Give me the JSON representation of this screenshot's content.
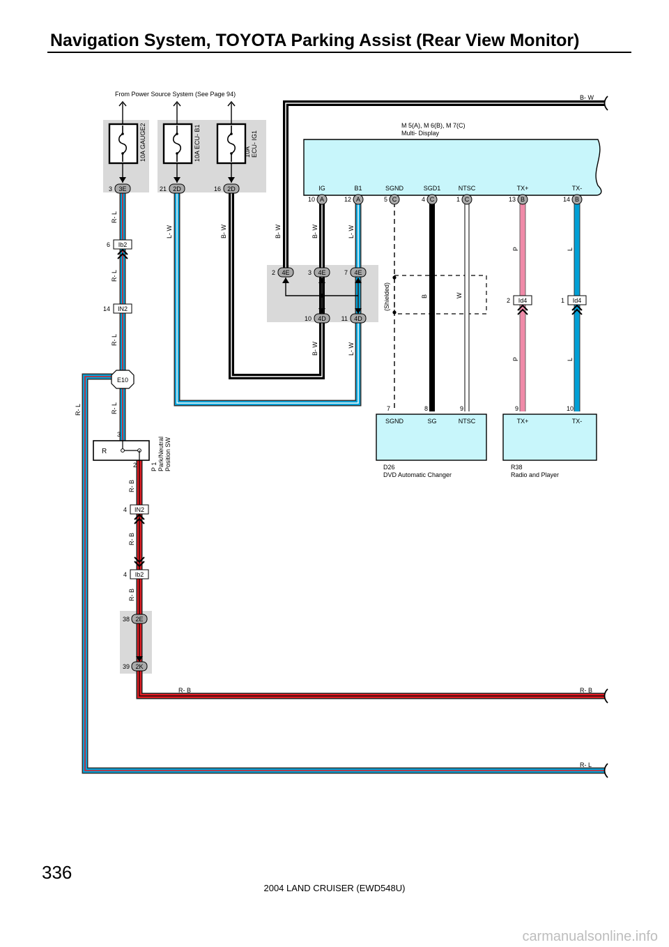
{
  "page": {
    "title": "Navigation System, TOYOTA Parking Assist (Rear View Monitor)",
    "page_number": "336",
    "footer": "2004 LAND CRUISER (EWD548U)",
    "watermark": "carmanualsonline.info"
  },
  "source": {
    "label": "From Power Source System (See Page 94)"
  },
  "fuses": [
    {
      "label": "10A GAUGE2"
    },
    {
      "label": "10A ECU- B1"
    },
    {
      "label_line1": "10A",
      "label_line2": "ECU- IG1"
    }
  ],
  "fuse_connectors": [
    {
      "pin": "3",
      "code": "3E"
    },
    {
      "pin": "21",
      "code": "2D"
    },
    {
      "pin": "16",
      "code": "2D"
    }
  ],
  "multi_display": {
    "label_line1": "M 5(A), M 6(B), M 7(C)",
    "label_line2": "Multi- Display",
    "terminals": [
      {
        "name": "IG",
        "pin": "10",
        "conn": "A"
      },
      {
        "name": "B1",
        "pin": "12",
        "conn": "A"
      },
      {
        "name": "SGND",
        "pin": "5",
        "conn": "C"
      },
      {
        "name": "SGD1",
        "pin": "4",
        "conn": "C"
      },
      {
        "name": "NTSC",
        "pin": "1",
        "conn": "C"
      },
      {
        "name": "TX+",
        "pin": "13",
        "conn": "B"
      },
      {
        "name": "TX-",
        "pin": "14",
        "conn": "B"
      }
    ]
  },
  "junction": {
    "top": [
      {
        "pin": "2",
        "code": "4E"
      },
      {
        "pin": "3",
        "code": "4E"
      },
      {
        "pin": "7",
        "code": "4E"
      }
    ],
    "bottom": [
      {
        "pin": "10",
        "code": "4D"
      },
      {
        "pin": "11",
        "code": "4D"
      }
    ]
  },
  "dvd": {
    "label_line1": "D26",
    "label_line2": "DVD Automatic Changer",
    "terminals": [
      {
        "name": "SGND",
        "pin": "7"
      },
      {
        "name": "SG",
        "pin": "8"
      },
      {
        "name": "NTSC",
        "pin": "9"
      }
    ]
  },
  "radio": {
    "label_line1": "R38",
    "label_line2": "Radio and Player",
    "terminals": [
      {
        "name": "TX+",
        "pin": "9"
      },
      {
        "name": "TX-",
        "pin": "10"
      }
    ]
  },
  "park_switch": {
    "label_line1": "P 1",
    "label_line2": "Park/Neutral",
    "label_line3": "Position SW",
    "contact": "R",
    "pin_in": "3",
    "pin_out": "2"
  },
  "connectors": {
    "ib2_top": {
      "pin": "6",
      "code": "Ib2"
    },
    "in2_top": {
      "pin": "14",
      "code": "IN2"
    },
    "e10": {
      "code": "E10"
    },
    "in2_low": {
      "pin": "4",
      "code": "IN2"
    },
    "ib2_low": {
      "pin": "4",
      "code": "Ib2"
    },
    "c2e": {
      "pin": "38",
      "code": "2E"
    },
    "c2k": {
      "pin": "39",
      "code": "2K"
    },
    "id4_p": {
      "pin": "2",
      "code": "Id4"
    },
    "id4_l": {
      "pin": "1",
      "code": "Id4"
    }
  },
  "wire_labels": {
    "rl": "R- L",
    "rb": "R- B",
    "lw": "L- W",
    "bw": "B- W",
    "b": "B",
    "w": "W",
    "p": "P",
    "l": "L",
    "shielded": "(Shielded)"
  },
  "colors": {
    "blue_wire": "#00a0d6",
    "red_wire": "#e21d24",
    "pink_wire": "#f08aa8",
    "component": "#c8f6fb",
    "ground_box": "#d9d9d9"
  }
}
